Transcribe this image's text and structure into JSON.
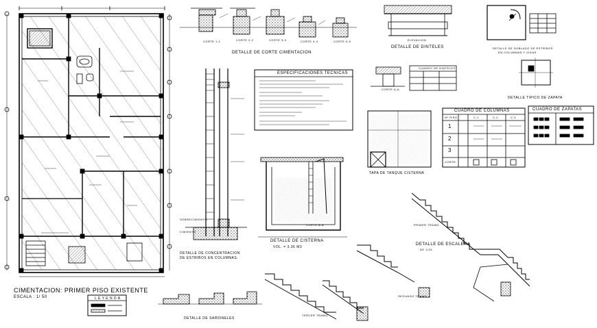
{
  "titles": {
    "plan_title": "CIMENTACION: PRIMER PISO EXISTENTE",
    "plan_scale": "ESCALA : 1/ 50",
    "legend_header": "L E Y E N D A",
    "corte_cimentacion": "DETALLE  DE  CORTE  CIMENTACION",
    "dinteles": "DETALLE  DE  DINTELES",
    "doblado": "DETALLE DE DOBLADO DE ESTRIBOS",
    "doblado2": "EN COLUMNAS Y VIGAS",
    "especificaciones": "ESPECIFICACIONES TECNICAS",
    "cuadro_dinteles": "CUADRO DE DINTELES",
    "zapata_tipico": "DETALLE TIPICO DE ZAPATA",
    "cuadro_columnas": "CUADRO    DE    COLUMNAS",
    "cuadro_zapatas": "CUADRO   DE   ZAPATAS",
    "tapa_tanque": "TAPA  DE  TANQUE  CISTERNA",
    "cisterna": "DETALLE  DE  CISTERNA",
    "cisterna_vol": "VOL. =  3.36  M3",
    "concentracion1": "DETALLE  DE  CONCENTRACION",
    "concentracion2": "DE  ESTRIBOS  EN  COLUMNAS.",
    "escalera1": "DETALLE  DE  ESCALERA",
    "escalera2": "DE  1/25",
    "sardineles": "DETALLE  DE  SARDINELES",
    "primer_tramo": "PRIMER TRAMO",
    "segundo_tramo": "SEGUNDO TRAMO",
    "tercer_tramo": "TERCER TRAMO",
    "elevacion": "ELEVACION",
    "corte_aa": "CORTE A-A",
    "corte_bb": "CORTE B-B",
    "cimiento": "CIMIENTO",
    "sobrecimiento": "SOBRECIMIENTO"
  },
  "cortes": [
    "CORTE 1-1",
    "CORTE 2-2",
    "CORTE 3-3",
    "CORTE 4-4",
    "CORTE 5-5"
  ],
  "columnas": {
    "rows": [
      "1",
      "2",
      "3"
    ],
    "headers": [
      "Nº PISO",
      "C-1",
      "C-2",
      "C-3"
    ],
    "footer": "CORTE"
  },
  "colors": {
    "line": "#000000",
    "hatch": "#444444",
    "paper": "#ffffff"
  }
}
